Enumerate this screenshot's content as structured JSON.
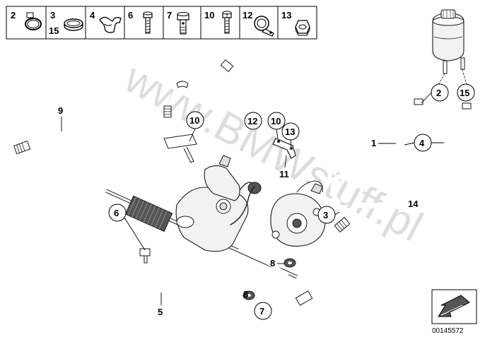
{
  "legend": [
    {
      "label": "2",
      "icon": "hose-clamp-icon"
    },
    {
      "label": "3",
      "sub": "15",
      "icon": "spring-clamp-icon"
    },
    {
      "label": "4",
      "icon": "bracket-clip-icon"
    },
    {
      "label": "6",
      "icon": "bolt-icon"
    },
    {
      "label": "7",
      "icon": "banjo-bolt-icon"
    },
    {
      "label": "10",
      "icon": "hex-screw-icon"
    },
    {
      "label": "12",
      "icon": "p-clip-icon"
    },
    {
      "label": "13",
      "icon": "hex-nut-icon"
    }
  ],
  "callouts": {
    "c2": "2",
    "c15": "15",
    "c1": "1",
    "c4": "4",
    "c14": "14",
    "c3": "3",
    "c9": "9",
    "c10a": "10",
    "c12": "12",
    "c10b": "10",
    "c13": "13",
    "c11": "11",
    "c6": "6",
    "c8a": "8",
    "c8b": "8",
    "c7": "7",
    "c5": "5"
  },
  "watermark": "www.BMWstuff.pl",
  "diagram_code": "00145572",
  "colors": {
    "watermark": "#b5b5b5",
    "line": "#1a1a1a"
  }
}
